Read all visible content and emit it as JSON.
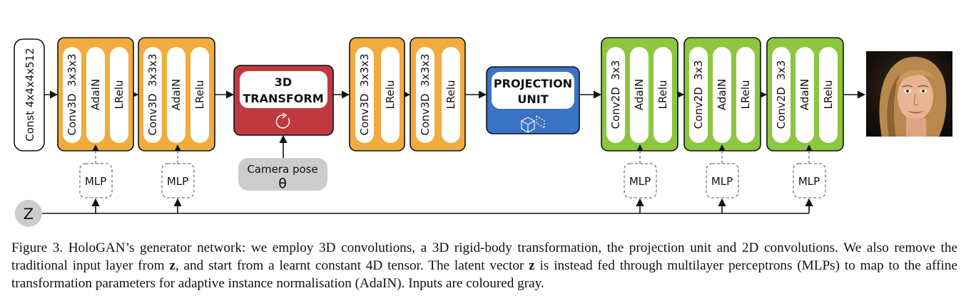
{
  "input": {
    "const_label": "Const 4x4x4x512"
  },
  "conv3d_blocks": [
    {
      "conv_label": "Conv3D  3x3x3",
      "adain_label": "AdaIN",
      "relu_label": "LRelu",
      "mlp_label": "MLP"
    },
    {
      "conv_label": "Conv3D  3x3x3",
      "adain_label": "AdaIN",
      "relu_label": "LRelu",
      "mlp_label": "MLP"
    }
  ],
  "transform": {
    "label_line1": "3D",
    "label_line2": "TRANSFORM",
    "icon": "rotate-icon"
  },
  "camera": {
    "label": "Camera pose",
    "symbol": "θ"
  },
  "post_conv3d_blocks": [
    {
      "conv_label": "Conv3D  3x3x3",
      "relu_label": "LRelu"
    },
    {
      "conv_label": "Conv3D  3x3x3",
      "relu_label": "LRelu"
    }
  ],
  "projection": {
    "label_line1": "PROJECTION",
    "label_line2": "UNIT",
    "icon": "cube-projection-icon"
  },
  "conv2d_blocks": [
    {
      "conv_label": "Conv2D  3x3",
      "adain_label": "AdaIN",
      "relu_label": "LRelu",
      "mlp_label": "MLP"
    },
    {
      "conv_label": "Conv2D  3x3",
      "adain_label": "AdaIN",
      "relu_label": "LRelu",
      "mlp_label": "MLP"
    },
    {
      "conv_label": "Conv2D  3x3",
      "adain_label": "AdaIN",
      "relu_label": "LRelu",
      "mlp_label": "MLP"
    }
  ],
  "latent": {
    "label": "Z"
  },
  "output": {
    "icon": "face-output-image"
  },
  "colors": {
    "conv3d": "#f0ac3e",
    "transform": "#c0393f",
    "projection": "#3a72c4",
    "conv2d": "#8dc63f",
    "input_gray": "#cccccc"
  },
  "caption": {
    "part1": "Figure 3. HoloGAN’s generator network: we employ 3D convolutions, a 3D rigid-body transformation, the projection unit and 2D convolutions. We also remove the traditional input layer from ",
    "z1": "z",
    "part2": ", and start from a learnt constant 4D tensor. The latent vector ",
    "z2": "z",
    "part3": " is instead fed through multilayer perceptrons (MLPs) to map to the affine transformation parameters for adaptive instance normalisation (AdaIN). Inputs are coloured gray."
  }
}
